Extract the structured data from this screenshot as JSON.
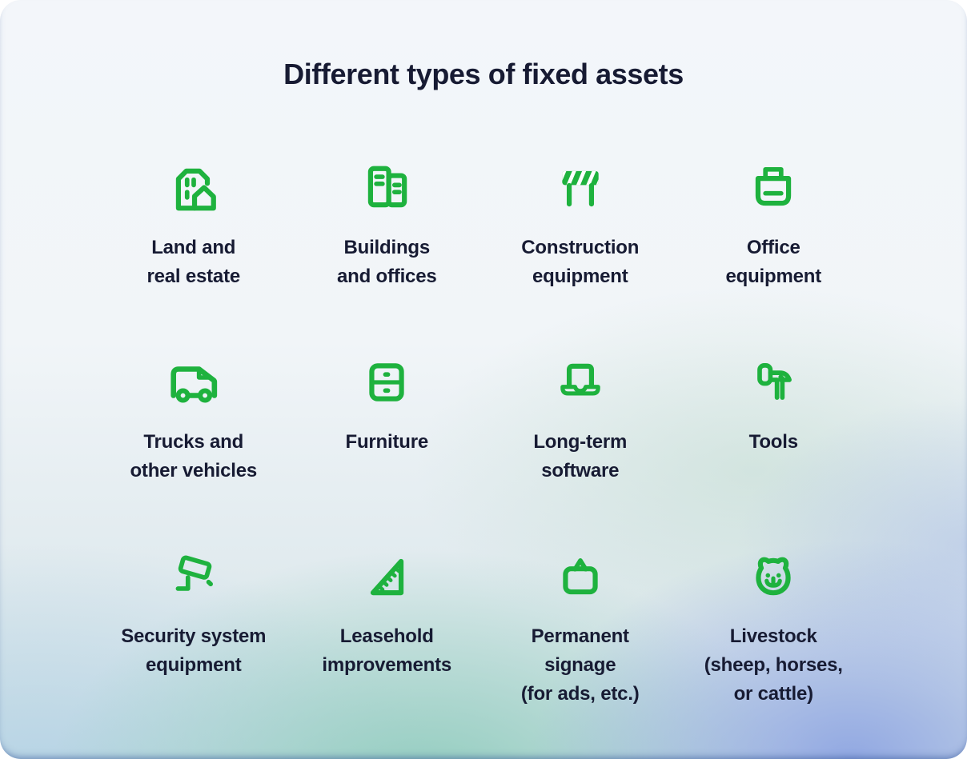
{
  "page": {
    "title": "Different types of fixed assets"
  },
  "colors": {
    "icon_green": "#1eb23e",
    "text": "#171b33",
    "background_top": "#f2f5f9",
    "background_teal": "#8dcbbc",
    "background_periwinkle": "#8ea5e2",
    "background_light_blue": "#aacde4"
  },
  "grid": {
    "items": [
      {
        "name": "land-real-estate",
        "icon": "building-house-icon",
        "lines": [
          "Land and",
          "real estate"
        ]
      },
      {
        "name": "buildings-offices",
        "icon": "office-buildings-icon",
        "lines": [
          "Buildings",
          "and offices"
        ]
      },
      {
        "name": "construction-equipment",
        "icon": "construction-barrier-icon",
        "lines": [
          "Construction",
          "equipment"
        ]
      },
      {
        "name": "office-equipment",
        "icon": "printer-icon",
        "lines": [
          "Office",
          "equipment"
        ]
      },
      {
        "name": "trucks-vehicles",
        "icon": "truck-icon",
        "lines": [
          "Trucks and",
          "other vehicles"
        ]
      },
      {
        "name": "furniture",
        "icon": "drawers-icon",
        "lines": [
          "Furniture"
        ]
      },
      {
        "name": "long-term-software",
        "icon": "laptop-icon",
        "lines": [
          "Long-term",
          "software"
        ]
      },
      {
        "name": "tools",
        "icon": "hammer-icon",
        "lines": [
          "Tools"
        ]
      },
      {
        "name": "security-system-equipment",
        "icon": "security-camera-icon",
        "lines": [
          "Security system",
          "equipment"
        ]
      },
      {
        "name": "leasehold-improvements",
        "icon": "triangle-ruler-icon",
        "lines": [
          "Leasehold",
          "improvements"
        ]
      },
      {
        "name": "permanent-signage",
        "icon": "hanging-sign-icon",
        "lines": [
          "Permanent",
          "signage",
          "(for ads, etc.)"
        ]
      },
      {
        "name": "livestock",
        "icon": "animal-face-icon",
        "lines": [
          "Livestock",
          "(sheep, horses,",
          "or cattle)"
        ]
      }
    ]
  }
}
